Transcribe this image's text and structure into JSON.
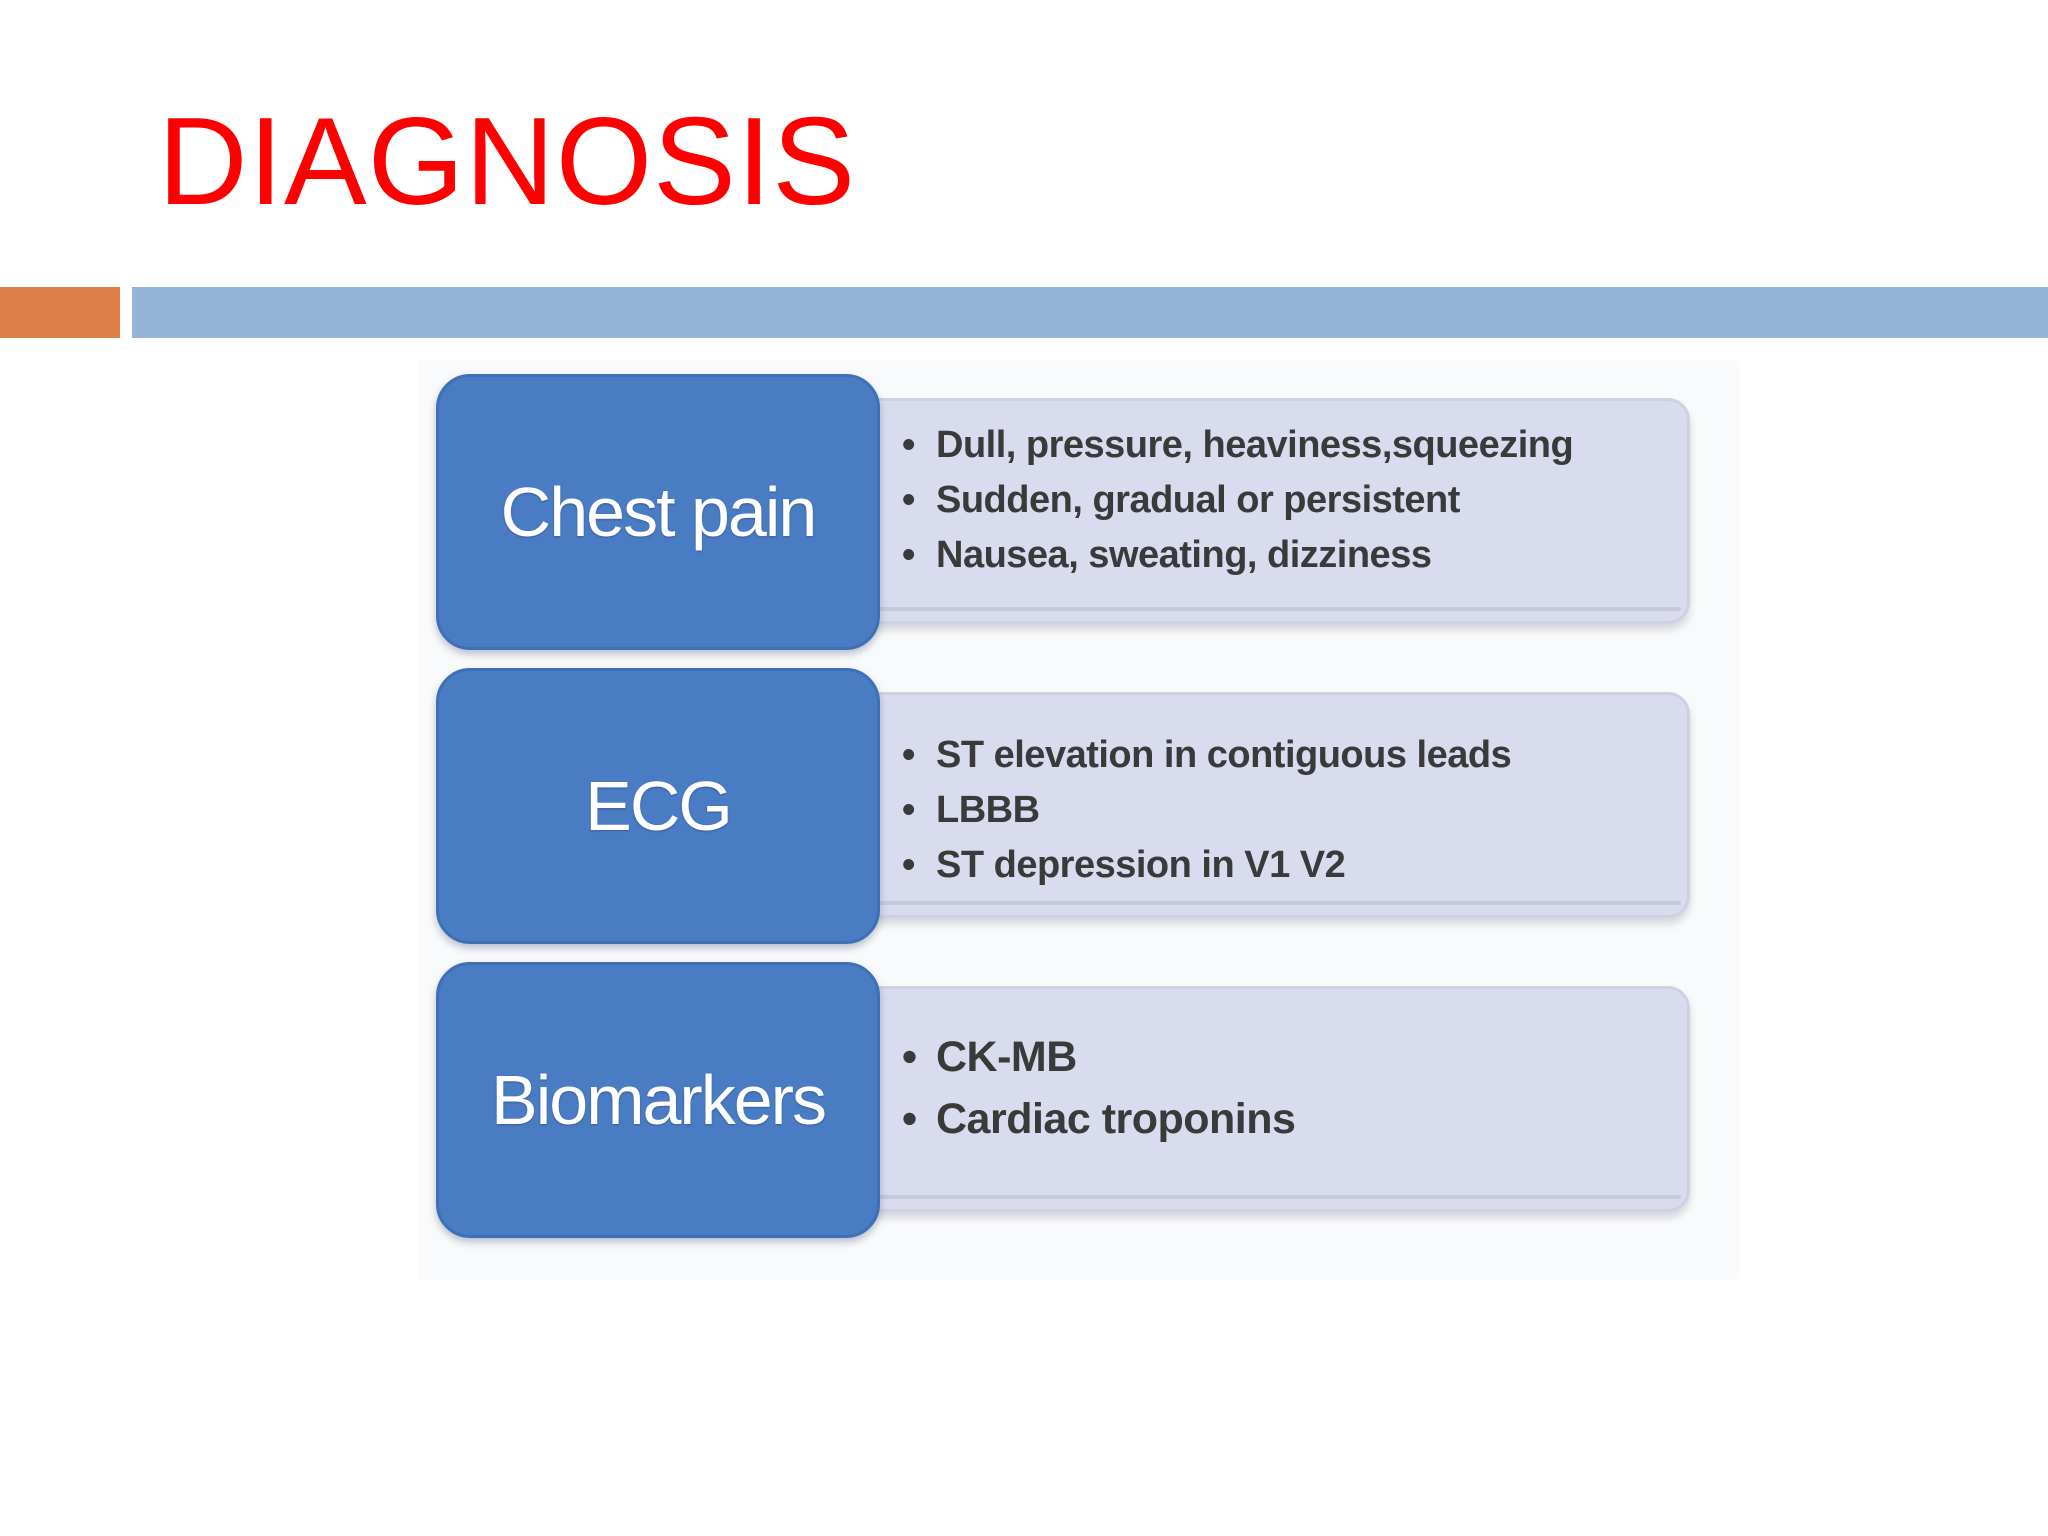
{
  "slide": {
    "title": "DIAGNOSIS"
  },
  "colors": {
    "title": "#ff0000",
    "accent_orange": "#dd8047",
    "accent_blue": "#94b3d6",
    "label_box": "#4a7cc4",
    "detail_box": "#d9dcef"
  },
  "diagram": {
    "rows": [
      {
        "label": "Chest pain",
        "items": [
          "Dull, pressure, heaviness,squeezing",
          "Sudden, gradual or persistent",
          "Nausea, sweating, dizziness"
        ]
      },
      {
        "label": "ECG",
        "items": [
          "ST elevation in contiguous leads",
          "LBBB",
          "ST depression in V1 V2"
        ]
      },
      {
        "label": "Biomarkers",
        "items": [
          "CK-MB",
          "Cardiac troponins"
        ]
      }
    ]
  }
}
